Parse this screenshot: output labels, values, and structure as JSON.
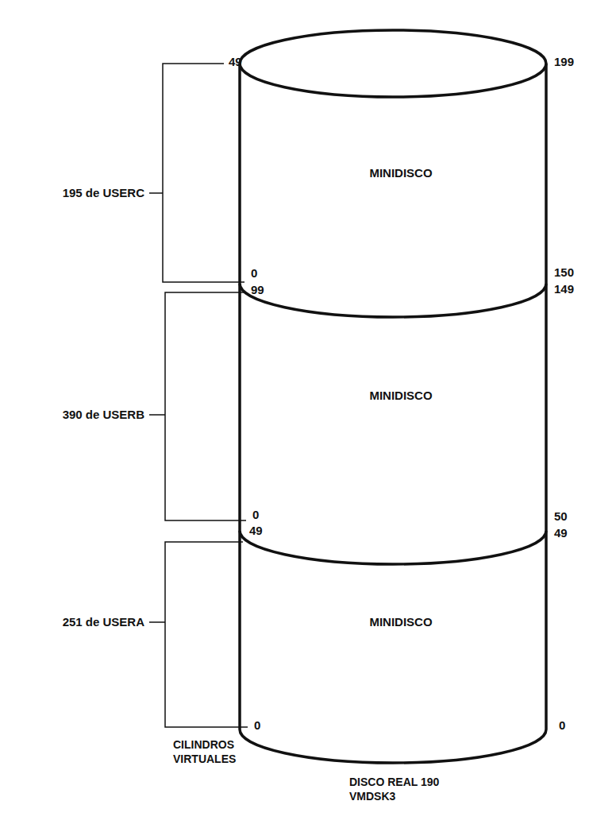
{
  "diagram": {
    "nodes": [
      {
        "text": [
          "DISCO REAL 190 VMDSK3"
        ]
      },
      {
        "text": [
          "MINIDISCO"
        ],
        "in": 0
      },
      {
        "text": [
          "MINIDISCO"
        ],
        "in": 0
      },
      {
        "text": [
          "MINIDISCO"
        ],
        "in": 0
      }
    ],
    "labels": [
      "49",
      "199",
      "195 de USERC",
      "0",
      "150",
      "99",
      "149",
      "390 de USERB",
      "0",
      "50",
      "49",
      "49",
      "251 de USERA",
      "0",
      "0",
      "CILINDROS VIRTUALES"
    ]
  }
}
